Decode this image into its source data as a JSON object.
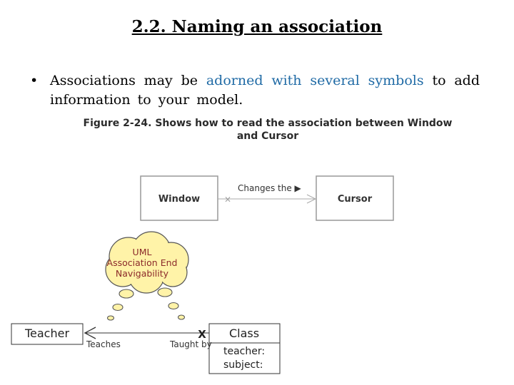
{
  "slide": {
    "title": "2.2. Naming an association",
    "bullet_marker": "•",
    "bullet_part1": "Associations may be ",
    "bullet_highlight": "adorned with several symbols",
    "bullet_part2": " to add information to your model."
  },
  "figure": {
    "caption_line1": "Figure 2-24. Shows how to read the association between Window",
    "caption_line2": "and Cursor"
  },
  "diagram1": {
    "left_class": "Window",
    "right_class": "Cursor",
    "association_name": "Changes the ▶",
    "cross_marker": "×"
  },
  "cloud": {
    "line1": "UML",
    "line2": "Association End",
    "line3": "Navigability"
  },
  "diagram2": {
    "left_class": "Teacher",
    "right_class": "Class",
    "left_end_label": "Teaches",
    "right_end_label": "Taught by",
    "non_navigable_marker": "X",
    "attribute1": "teacher:",
    "attribute2": "subject:"
  },
  "colors": {
    "highlight_text": "#1f6aa5",
    "cloud_fill": "#fff3a8",
    "cloud_text": "#8b2a2a"
  }
}
